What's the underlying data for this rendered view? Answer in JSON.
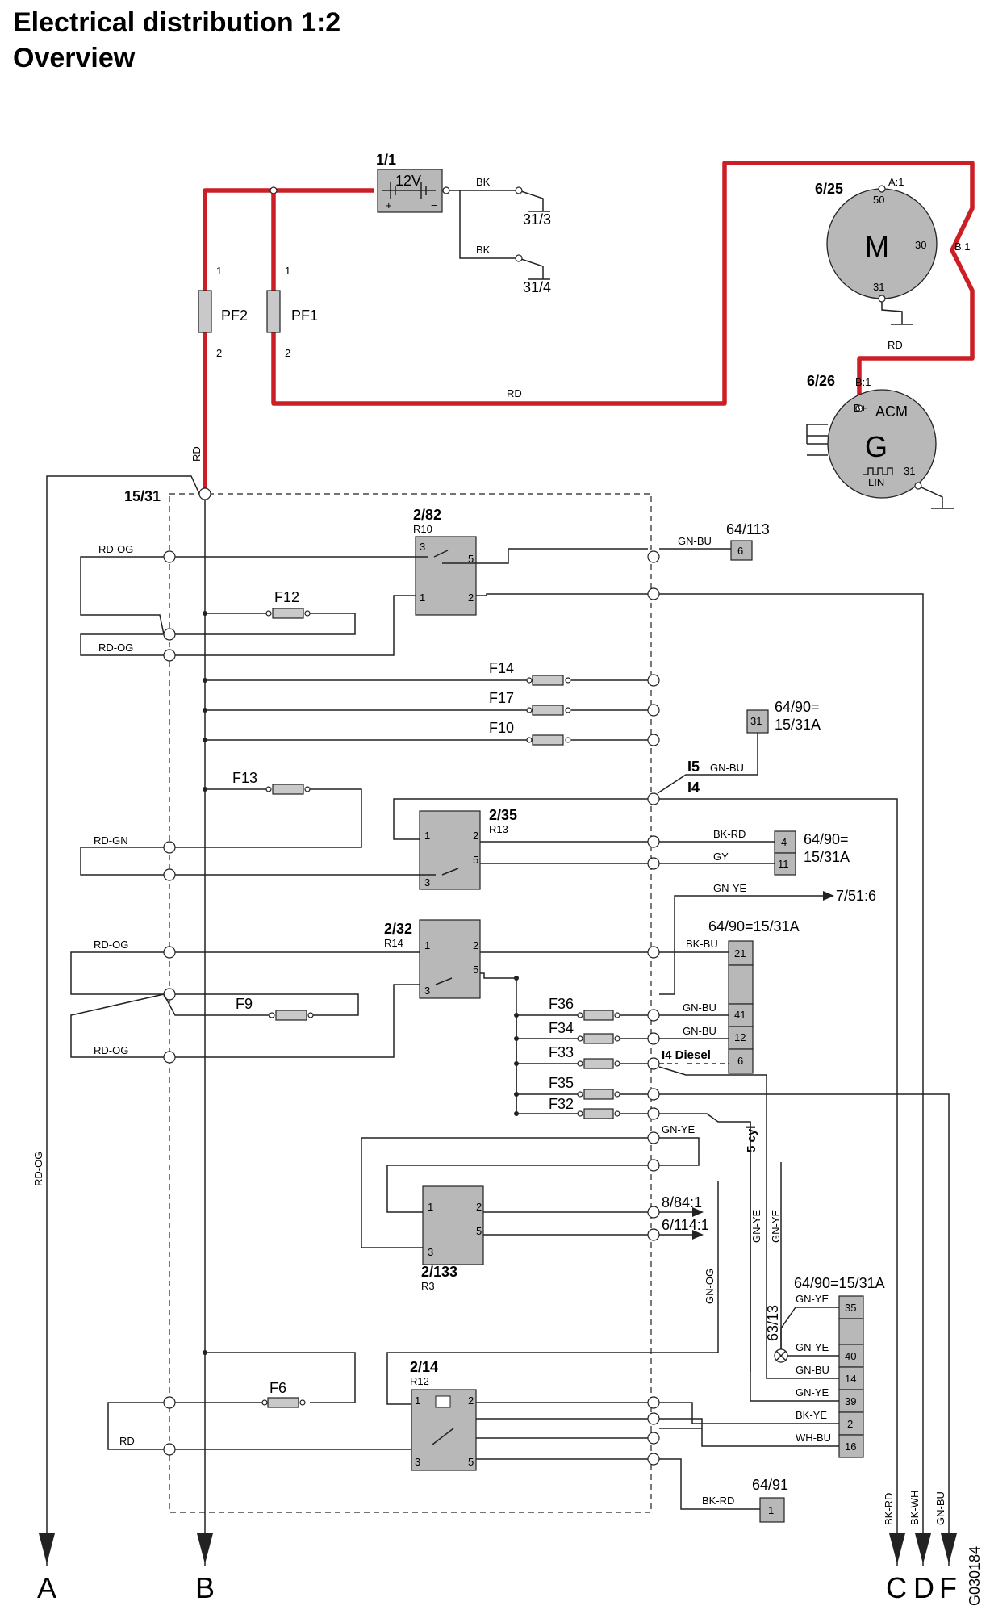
{
  "title": {
    "line1": "Electrical distribution 1:2",
    "line2": "Overview"
  },
  "doc_code": "G030184",
  "components": {
    "battery": {
      "id": "1/1",
      "voltage": "12V",
      "plus": "+",
      "minus": "−"
    },
    "ground_a": "31/3",
    "ground_b": "31/4",
    "pf2": "PF2",
    "pf1": "PF1",
    "starter": {
      "id": "6/25",
      "symbol": "M",
      "pin_a": "A:1",
      "t50": "50",
      "t30": "30",
      "pin_b": "B:1",
      "t31": "31"
    },
    "alternator": {
      "id": "6/26",
      "symbol": "G",
      "pin": "B:1",
      "bplus": "B+",
      "acm": "ACM",
      "lin": "LIN",
      "t31": "31"
    },
    "fusebox": "15/31",
    "relays": [
      {
        "id": "2/82",
        "ref": "R10"
      },
      {
        "id": "2/35",
        "ref": "R13"
      },
      {
        "id": "2/32",
        "ref": "R14"
      },
      {
        "id": "2/133",
        "ref": "R3"
      },
      {
        "id": "2/14",
        "ref": "R12"
      }
    ],
    "fuses": [
      "F12",
      "F14",
      "F17",
      "F10",
      "F13",
      "F36",
      "F34",
      "F33",
      "F35",
      "F32",
      "F9",
      "F6"
    ]
  },
  "wire_colors": {
    "rd": "RD",
    "bk": "BK",
    "rd_og": "RD-OG",
    "rd_gn": "RD-GN",
    "gn_bu": "GN-BU",
    "gn_ye": "GN-YE",
    "bk_rd": "BK-RD",
    "gy": "GY",
    "bk_bu": "BK-BU",
    "gn_og": "GN-OG",
    "bk_ye": "BK-YE",
    "wh_bu": "WH-BU",
    "bk_wh": "BK-WH"
  },
  "connectors": {
    "c64_113": "64/113",
    "c64_90_a": "64/90=",
    "c64_90_b": "15/31A",
    "c64_90_full": "64/90=15/31A",
    "c64_91": "64/91",
    "ref_7_51_6": "7/51:6",
    "ref_8_84_1": "8/84:1",
    "ref_6_114_1": "6/114:1",
    "ref_63_13": "63/13",
    "i5": "I5",
    "i4": "I4",
    "i4_diesel": "I4 Diesel",
    "cyl5": "5 cyl"
  },
  "pins": {
    "p6": "6",
    "p31": "31",
    "p4": "4",
    "p11": "11",
    "p21": "21",
    "p41": "41",
    "p12": "12",
    "p35": "35",
    "p40": "40",
    "p14": "14",
    "p39": "39",
    "p2": "2",
    "p16": "16",
    "p1": "1",
    "p3": "3",
    "p5": "5",
    "p1a": "1"
  },
  "outputs": [
    "A",
    "B",
    "C",
    "D",
    "F"
  ],
  "colors": {
    "power_wire": "#cc1f25",
    "component_fill": "#b8b8b8",
    "line": "#222222"
  }
}
